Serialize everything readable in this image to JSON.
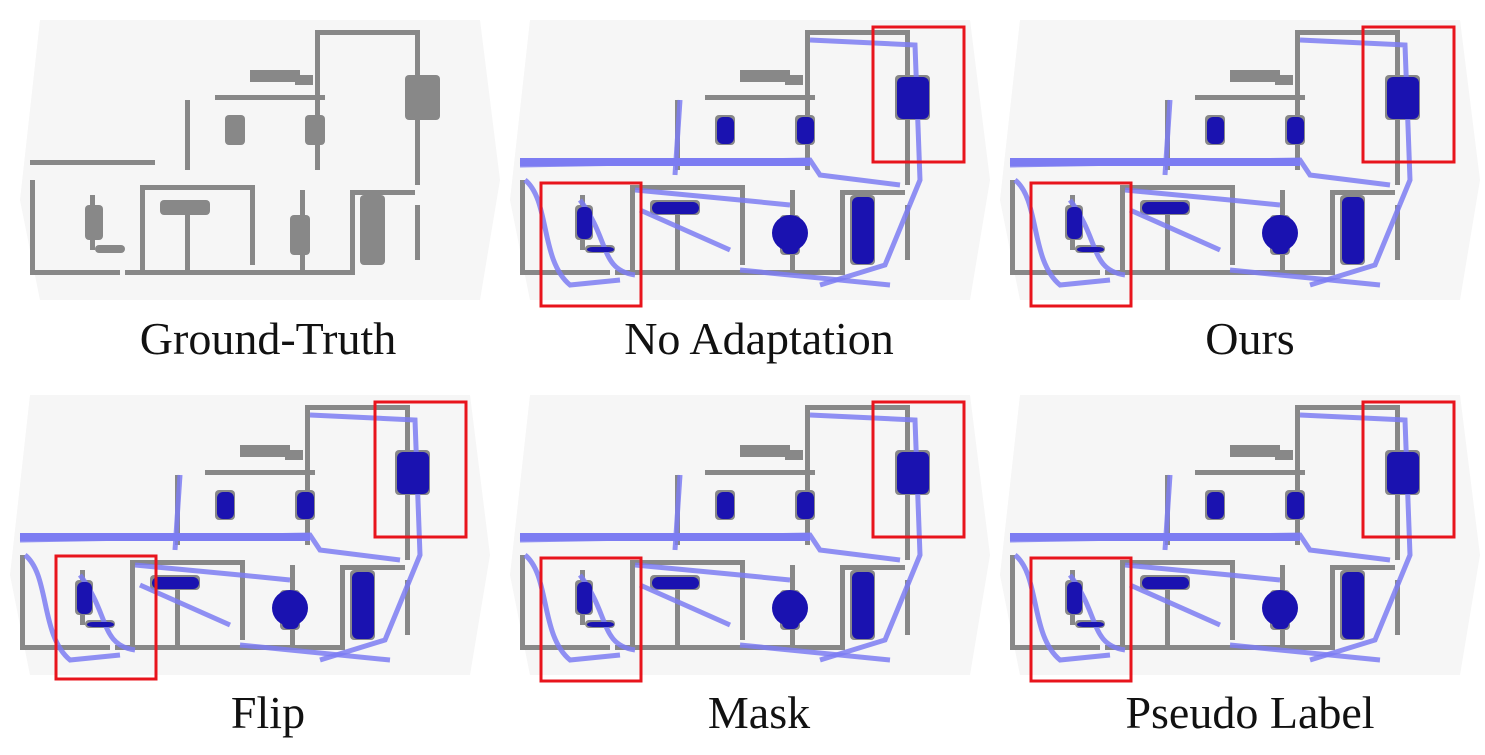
{
  "figure": {
    "panels": [
      {
        "label": "Ground-Truth",
        "predicted": false,
        "highlight": false
      },
      {
        "label": "No Adaptation",
        "predicted": true,
        "highlight": true
      },
      {
        "label": "Ours",
        "predicted": true,
        "highlight": true
      },
      {
        "label": "Flip",
        "predicted": true,
        "highlight": true
      },
      {
        "label": "Mask",
        "predicted": true,
        "highlight": true
      },
      {
        "label": "Pseudo Label",
        "predicted": true,
        "highlight": true
      }
    ],
    "colors": {
      "ground_truth": "#888888",
      "prediction_dark": "#1a12b0",
      "prediction_light": "#7c7cf2",
      "highlight_box": "#e8141c",
      "background": "#f6f6f6"
    }
  }
}
